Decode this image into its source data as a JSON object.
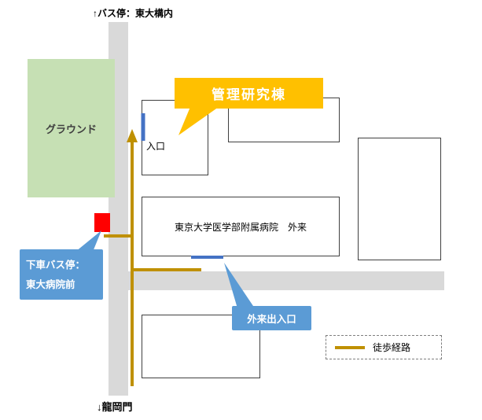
{
  "map": {
    "top_label": "↑バス停：東大構内",
    "bottom_label": "↓龍岡門",
    "ground_label": "グラウンド",
    "admin_callout": "管理研究棟",
    "entrance_label": "入口",
    "hospital_label": "東京大学医学部附属病院　外来",
    "bus_stop_callout_line1": "下車バス停：",
    "bus_stop_callout_line2": "東大病院前",
    "outpatient_callout": "外来出入口",
    "legend_label": "徒歩経路"
  },
  "colors": {
    "road": "#d9d9d9",
    "ground": "#c6e0b4",
    "accent_orange": "#ffc000",
    "accent_blue": "#5b9bd5",
    "marker_blue": "#4472c4",
    "walking_route": "#bf9000",
    "bus_stop_red": "#ff0000"
  }
}
